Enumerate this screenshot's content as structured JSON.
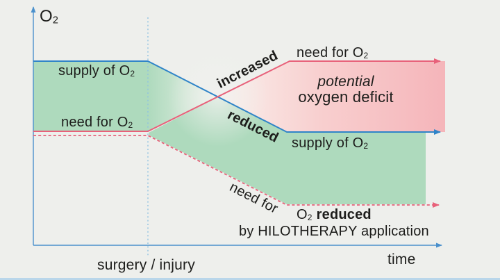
{
  "colors": {
    "background": "#eeefec",
    "green_fill": "#aedabd",
    "pink_fill": "#f5b6ba",
    "supply_line": "#2f84c8",
    "need_line": "#e8617a",
    "axis": "#4a90cc",
    "guide": "#8fc2e2",
    "text": "#1d1d1b",
    "bottom_border": "#b9d6ea"
  },
  "labels": {
    "y_axis": {
      "main": "O",
      "sub": "2"
    },
    "x_axis": "time",
    "supply_left": {
      "main": "supply of O",
      "sub": "2"
    },
    "need_left": {
      "main": "need for O",
      "sub": "2"
    },
    "increased": "increased",
    "need_right": {
      "main": "need for O",
      "sub": "2"
    },
    "potential": "potential",
    "oxygen_deficit": "oxygen deficit",
    "reduced": "reduced",
    "supply_right": {
      "main": "supply of O",
      "sub": "2"
    },
    "need_for": "need for",
    "o2_reduced": {
      "main": "O",
      "sub": "2",
      "bold": "reduced"
    },
    "hilotherapy": "by HILOTHERAPY application",
    "surgery_injury": "surgery / injury"
  }
}
